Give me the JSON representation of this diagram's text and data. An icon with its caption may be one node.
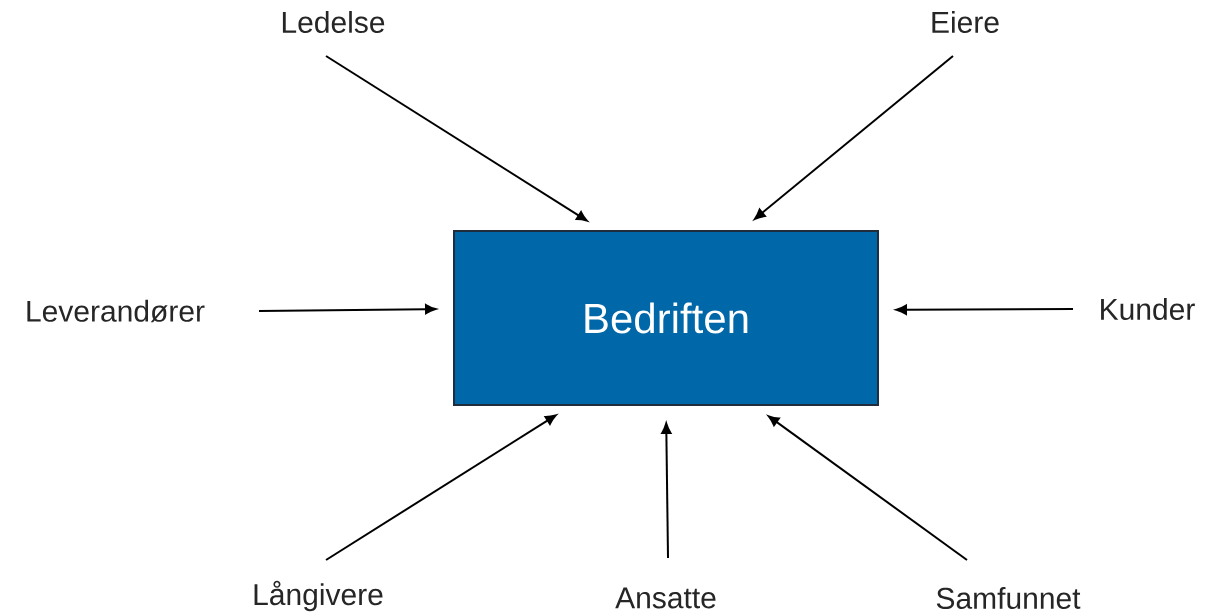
{
  "diagram": {
    "nodes": [
      {
        "text": [
          "Bedriften"
        ]
      },
      {
        "text": [
          "Ledelse"
        ]
      },
      {
        "text": [
          "Eiere"
        ]
      },
      {
        "text": [
          "Leverandører"
        ]
      },
      {
        "text": [
          "Kunder"
        ]
      },
      {
        "text": [
          "Långivere"
        ]
      },
      {
        "text": [
          "Ansatte"
        ]
      },
      {
        "text": [
          "Samfunnet"
        ]
      }
    ],
    "edges": [
      {
        "from": 1,
        "to": 0,
        "arrow": "to"
      },
      {
        "from": 2,
        "to": 0,
        "arrow": "to"
      },
      {
        "from": 3,
        "to": 0,
        "arrow": "to"
      },
      {
        "from": 4,
        "to": 0,
        "arrow": "to"
      },
      {
        "from": 5,
        "to": 0,
        "arrow": "to"
      },
      {
        "from": 6,
        "to": 0,
        "arrow": "to"
      },
      {
        "from": 7,
        "to": 0,
        "arrow": "to"
      }
    ]
  }
}
